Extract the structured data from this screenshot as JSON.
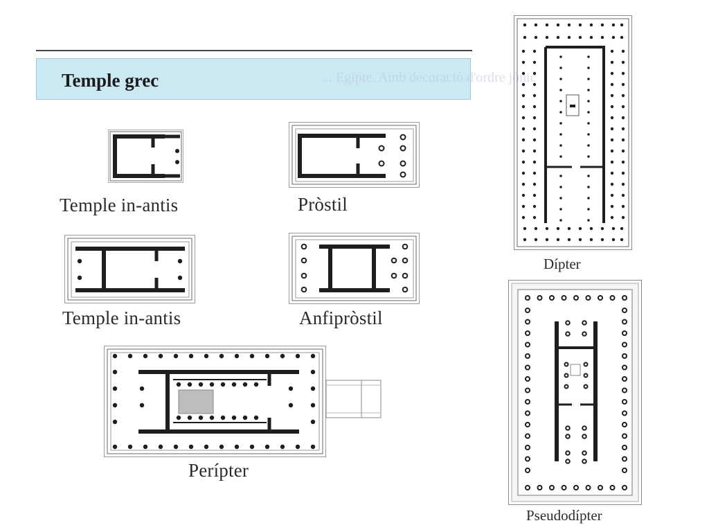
{
  "header": {
    "title": "Temple grec",
    "ghost_text": "... Egipte. Amb decoració d'ordre jònic"
  },
  "plans": [
    {
      "id": "in-antis-1",
      "caption": "Temple in-antis"
    },
    {
      "id": "prostil",
      "caption": "Pròstil"
    },
    {
      "id": "in-antis-2",
      "caption": "Temple in-antis"
    },
    {
      "id": "anfiprostil",
      "caption": "Anfipròstil"
    },
    {
      "id": "peripter",
      "caption": "Perípter"
    },
    {
      "id": "dipter",
      "caption": "Dípter"
    },
    {
      "id": "pseudodipter",
      "caption": "Pseudodípter"
    }
  ],
  "colors": {
    "wall": "#1e1e1e",
    "header_bg": "#cbe9f3",
    "border": "#999999",
    "cella_fill": "#bdbdbd"
  }
}
